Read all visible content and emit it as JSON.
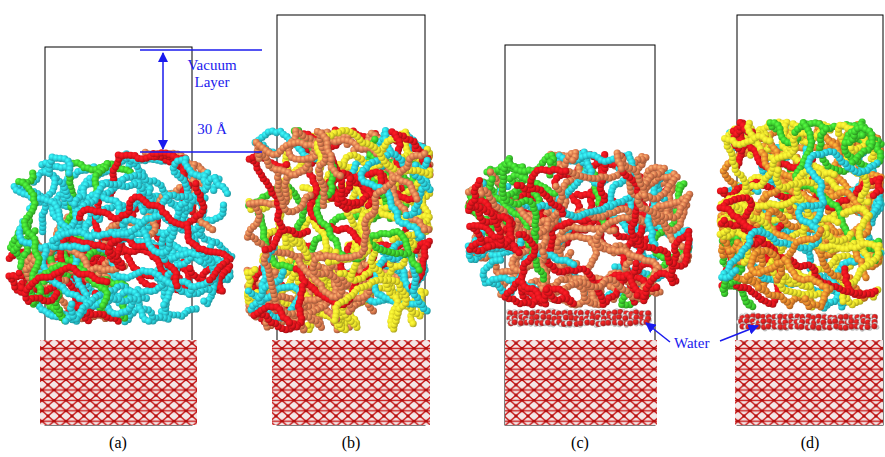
{
  "diagram": {
    "labels": [
      "Vacuum Layer",
      "30 Å",
      "Water",
      "(a)",
      "(b)",
      "(c)",
      "(d)"
    ]
  }
}
